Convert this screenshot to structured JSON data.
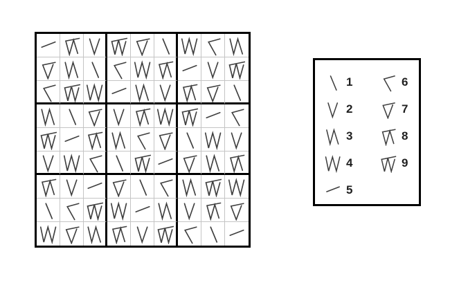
{
  "colors": {
    "background": "#ffffff",
    "grid_outer_border": "#000000",
    "grid_box_border": "#000000",
    "grid_cell_line": "#c4c4c4",
    "symbol_stroke": "#3f3f3f",
    "legend_border": "#000000",
    "legend_digit_color": "#1f1f1f"
  },
  "sudoku": {
    "rows": [
      [
        5,
        8,
        2,
        9,
        7,
        1,
        4,
        6,
        3
      ],
      [
        7,
        3,
        1,
        6,
        4,
        8,
        5,
        2,
        9
      ],
      [
        6,
        9,
        4,
        5,
        3,
        2,
        8,
        7,
        1
      ],
      [
        3,
        1,
        7,
        2,
        8,
        4,
        9,
        5,
        6
      ],
      [
        9,
        5,
        8,
        3,
        6,
        7,
        1,
        4,
        2
      ],
      [
        2,
        4,
        6,
        1,
        9,
        5,
        7,
        3,
        8
      ],
      [
        8,
        2,
        5,
        7,
        1,
        6,
        3,
        9,
        4
      ],
      [
        1,
        6,
        9,
        4,
        5,
        3,
        2,
        8,
        7
      ],
      [
        4,
        7,
        3,
        8,
        2,
        9,
        6,
        1,
        5
      ]
    ]
  },
  "legend": {
    "left_column": [
      {
        "digit": "1",
        "symbol": "tally-1-icon"
      },
      {
        "digit": "2",
        "symbol": "tally-2-icon"
      },
      {
        "digit": "3",
        "symbol": "tally-3-icon"
      },
      {
        "digit": "4",
        "symbol": "tally-4-icon"
      },
      {
        "digit": "5",
        "symbol": "tally-5-icon"
      }
    ],
    "right_column": [
      {
        "digit": "6",
        "symbol": "tally-6-icon"
      },
      {
        "digit": "7",
        "symbol": "tally-7-icon"
      },
      {
        "digit": "8",
        "symbol": "tally-8-icon"
      },
      {
        "digit": "9",
        "symbol": "tally-9-icon"
      }
    ]
  }
}
